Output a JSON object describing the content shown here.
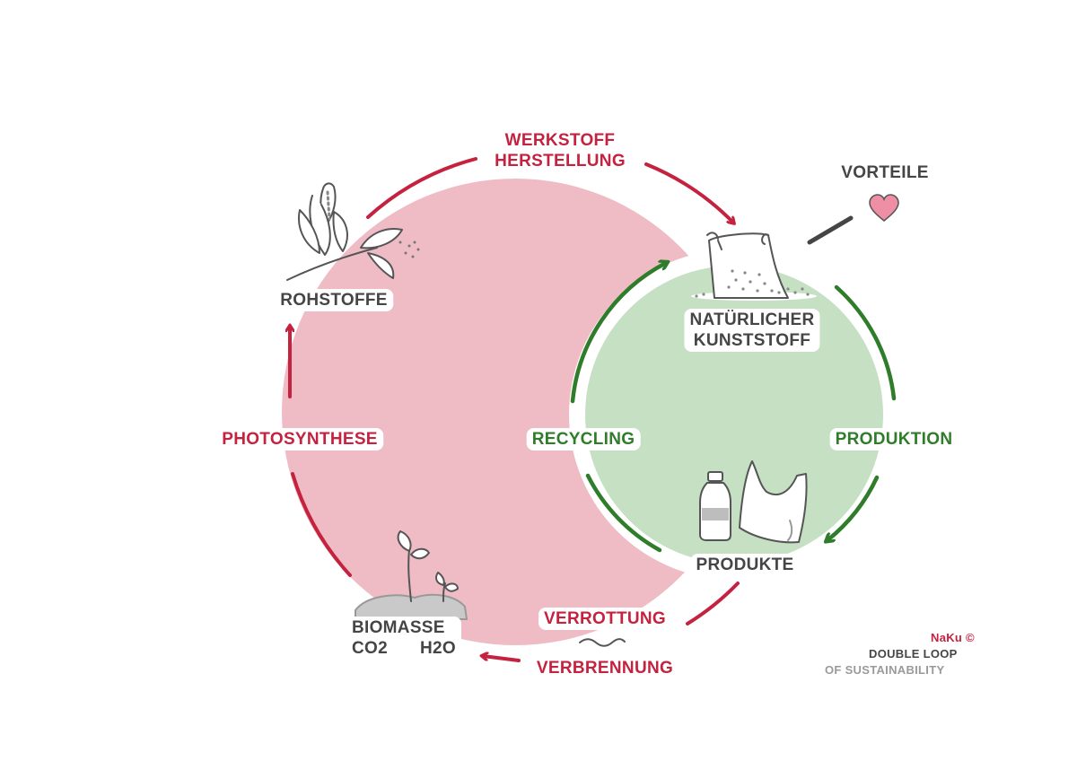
{
  "colors": {
    "outer_loop_fill": "#efbcc6",
    "inner_loop_fill": "#c6e0c4",
    "outer_arrow": "#c4223f",
    "inner_arrow": "#2f7d2a",
    "dark_text": "#454545",
    "grey_text": "#9a9a9a",
    "heart": "#ef8fa6"
  },
  "outer_loop": {
    "step_material_line1": "WERKSTOFF",
    "step_material_line2": "HERSTELLUNG",
    "station_raw": "ROHSTOFFE",
    "step_photosynthesis": "PHOTOSYNTHESE",
    "station_biomass_line1": "BIOMASSE",
    "station_biomass_co2": "CO2",
    "station_biomass_h2o": "H2O",
    "step_rotting": "VERROTTUNG",
    "step_burning": "VERBRENNUNG"
  },
  "inner_loop": {
    "station_plastic_line1": "NATÜRLICHER",
    "station_plastic_line2": "KUNSTSTOFF",
    "step_production": "PRODUKTION",
    "station_products": "PRODUKTE",
    "step_recycling": "RECYCLING"
  },
  "advantages": {
    "label": "VORTEILE"
  },
  "branding": {
    "brand": "NaKu ©",
    "line1": "DOUBLE LOOP",
    "line2": "OF SUSTAINABILITY"
  },
  "icons": [
    "plant-icon",
    "bioplastic-bag-icon",
    "bottle-icon",
    "plastic-bag-icon",
    "seedling-icon",
    "heart-icon",
    "wave-icon"
  ]
}
